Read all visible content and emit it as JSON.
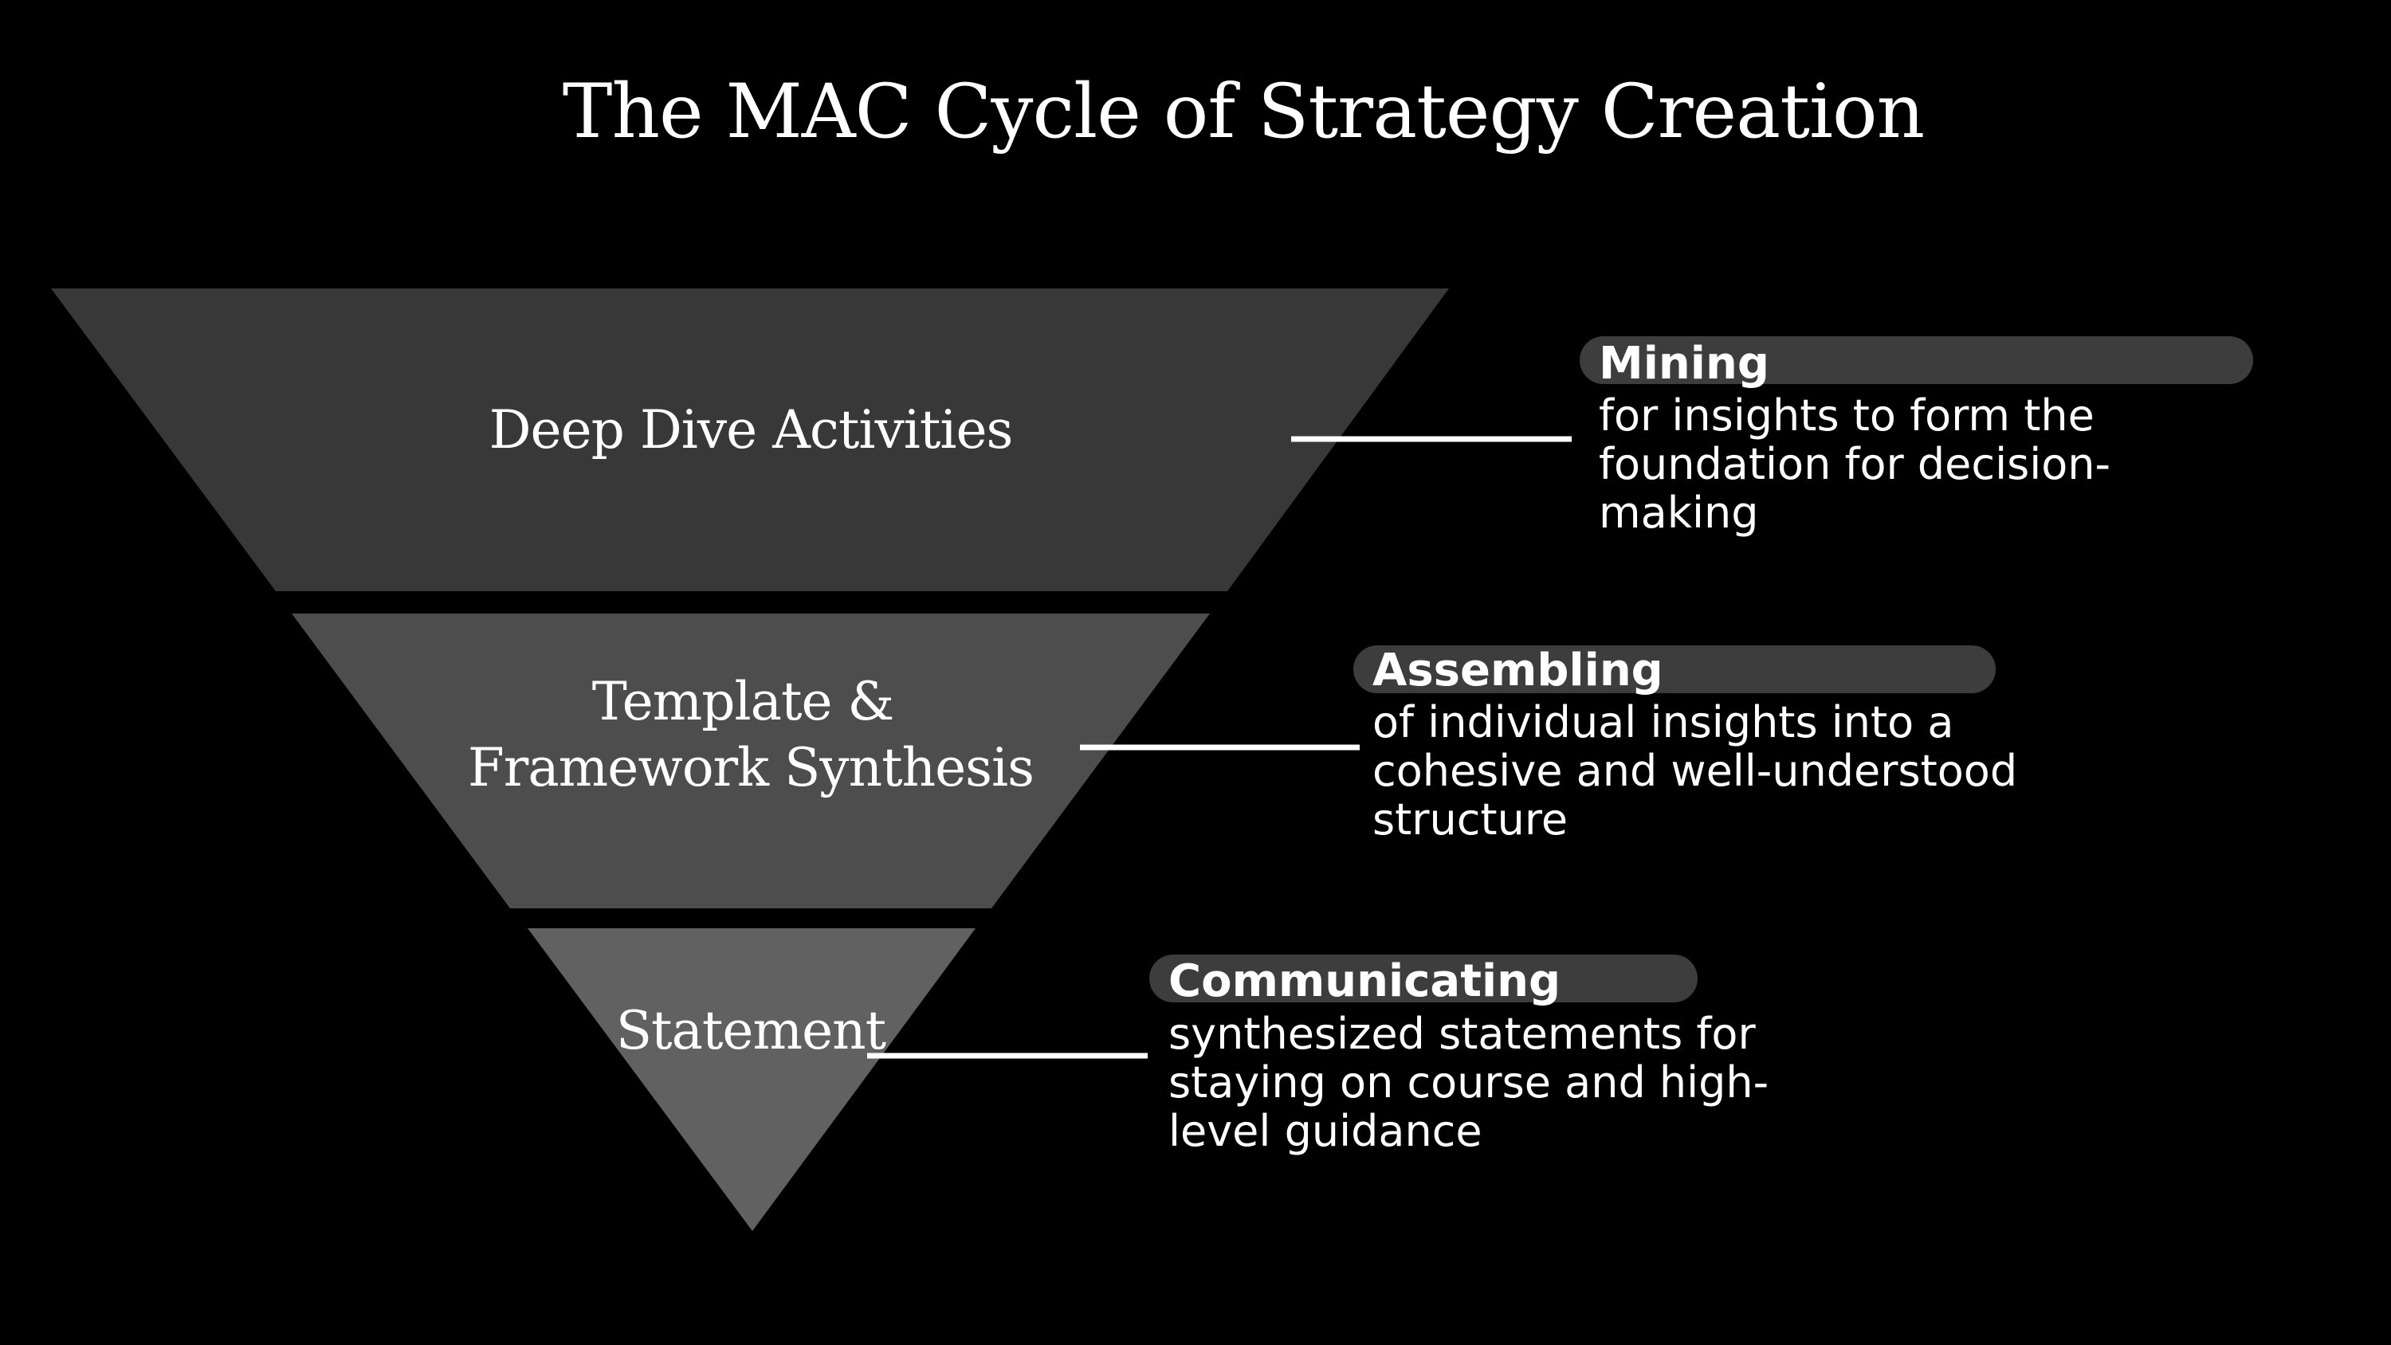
{
  "title": "The MAC Cycle of Strategy Creation",
  "colors": {
    "background": "#000000",
    "text": "#ffffff",
    "tier_1": "#383838",
    "tier_2": "#4d4d4d",
    "tier_3": "#616161",
    "pill": "#3d3d3d",
    "connector": "#ffffff"
  },
  "tiers": [
    {
      "label_lines": [
        "Deep Dive Activities"
      ],
      "heading": "Mining",
      "description_lines": [
        "for insights to form the",
        "foundation for decision-",
        "making"
      ]
    },
    {
      "label_lines": [
        "Template &",
        "Framework Synthesis"
      ],
      "heading": "Assembling",
      "description_lines": [
        "of individual insights into a",
        "cohesive and well-understood",
        "structure"
      ]
    },
    {
      "label_lines": [
        "Statement"
      ],
      "heading": "Communicating",
      "description_lines": [
        "synthesized statements for",
        "staying on course and high-",
        "level guidance"
      ]
    }
  ]
}
